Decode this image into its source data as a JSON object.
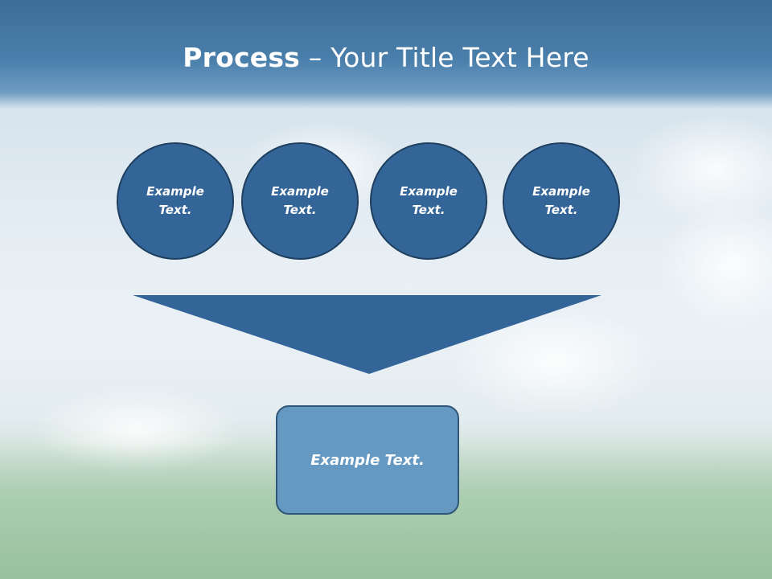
{
  "title": {
    "bold": "Process",
    "rest": " – Your Title Text Here"
  },
  "circles": [
    {
      "label": "Example Text."
    },
    {
      "label": "Example Text."
    },
    {
      "label": "Example Text."
    },
    {
      "label": "Example Text."
    }
  ],
  "result": {
    "label": "Example Text."
  },
  "colors": {
    "shape_fill": "#336599",
    "shape_border": "#1f3f5e",
    "box_fill": "#6699c2",
    "title_band": "#4a7fab",
    "text": "#ffffff"
  }
}
